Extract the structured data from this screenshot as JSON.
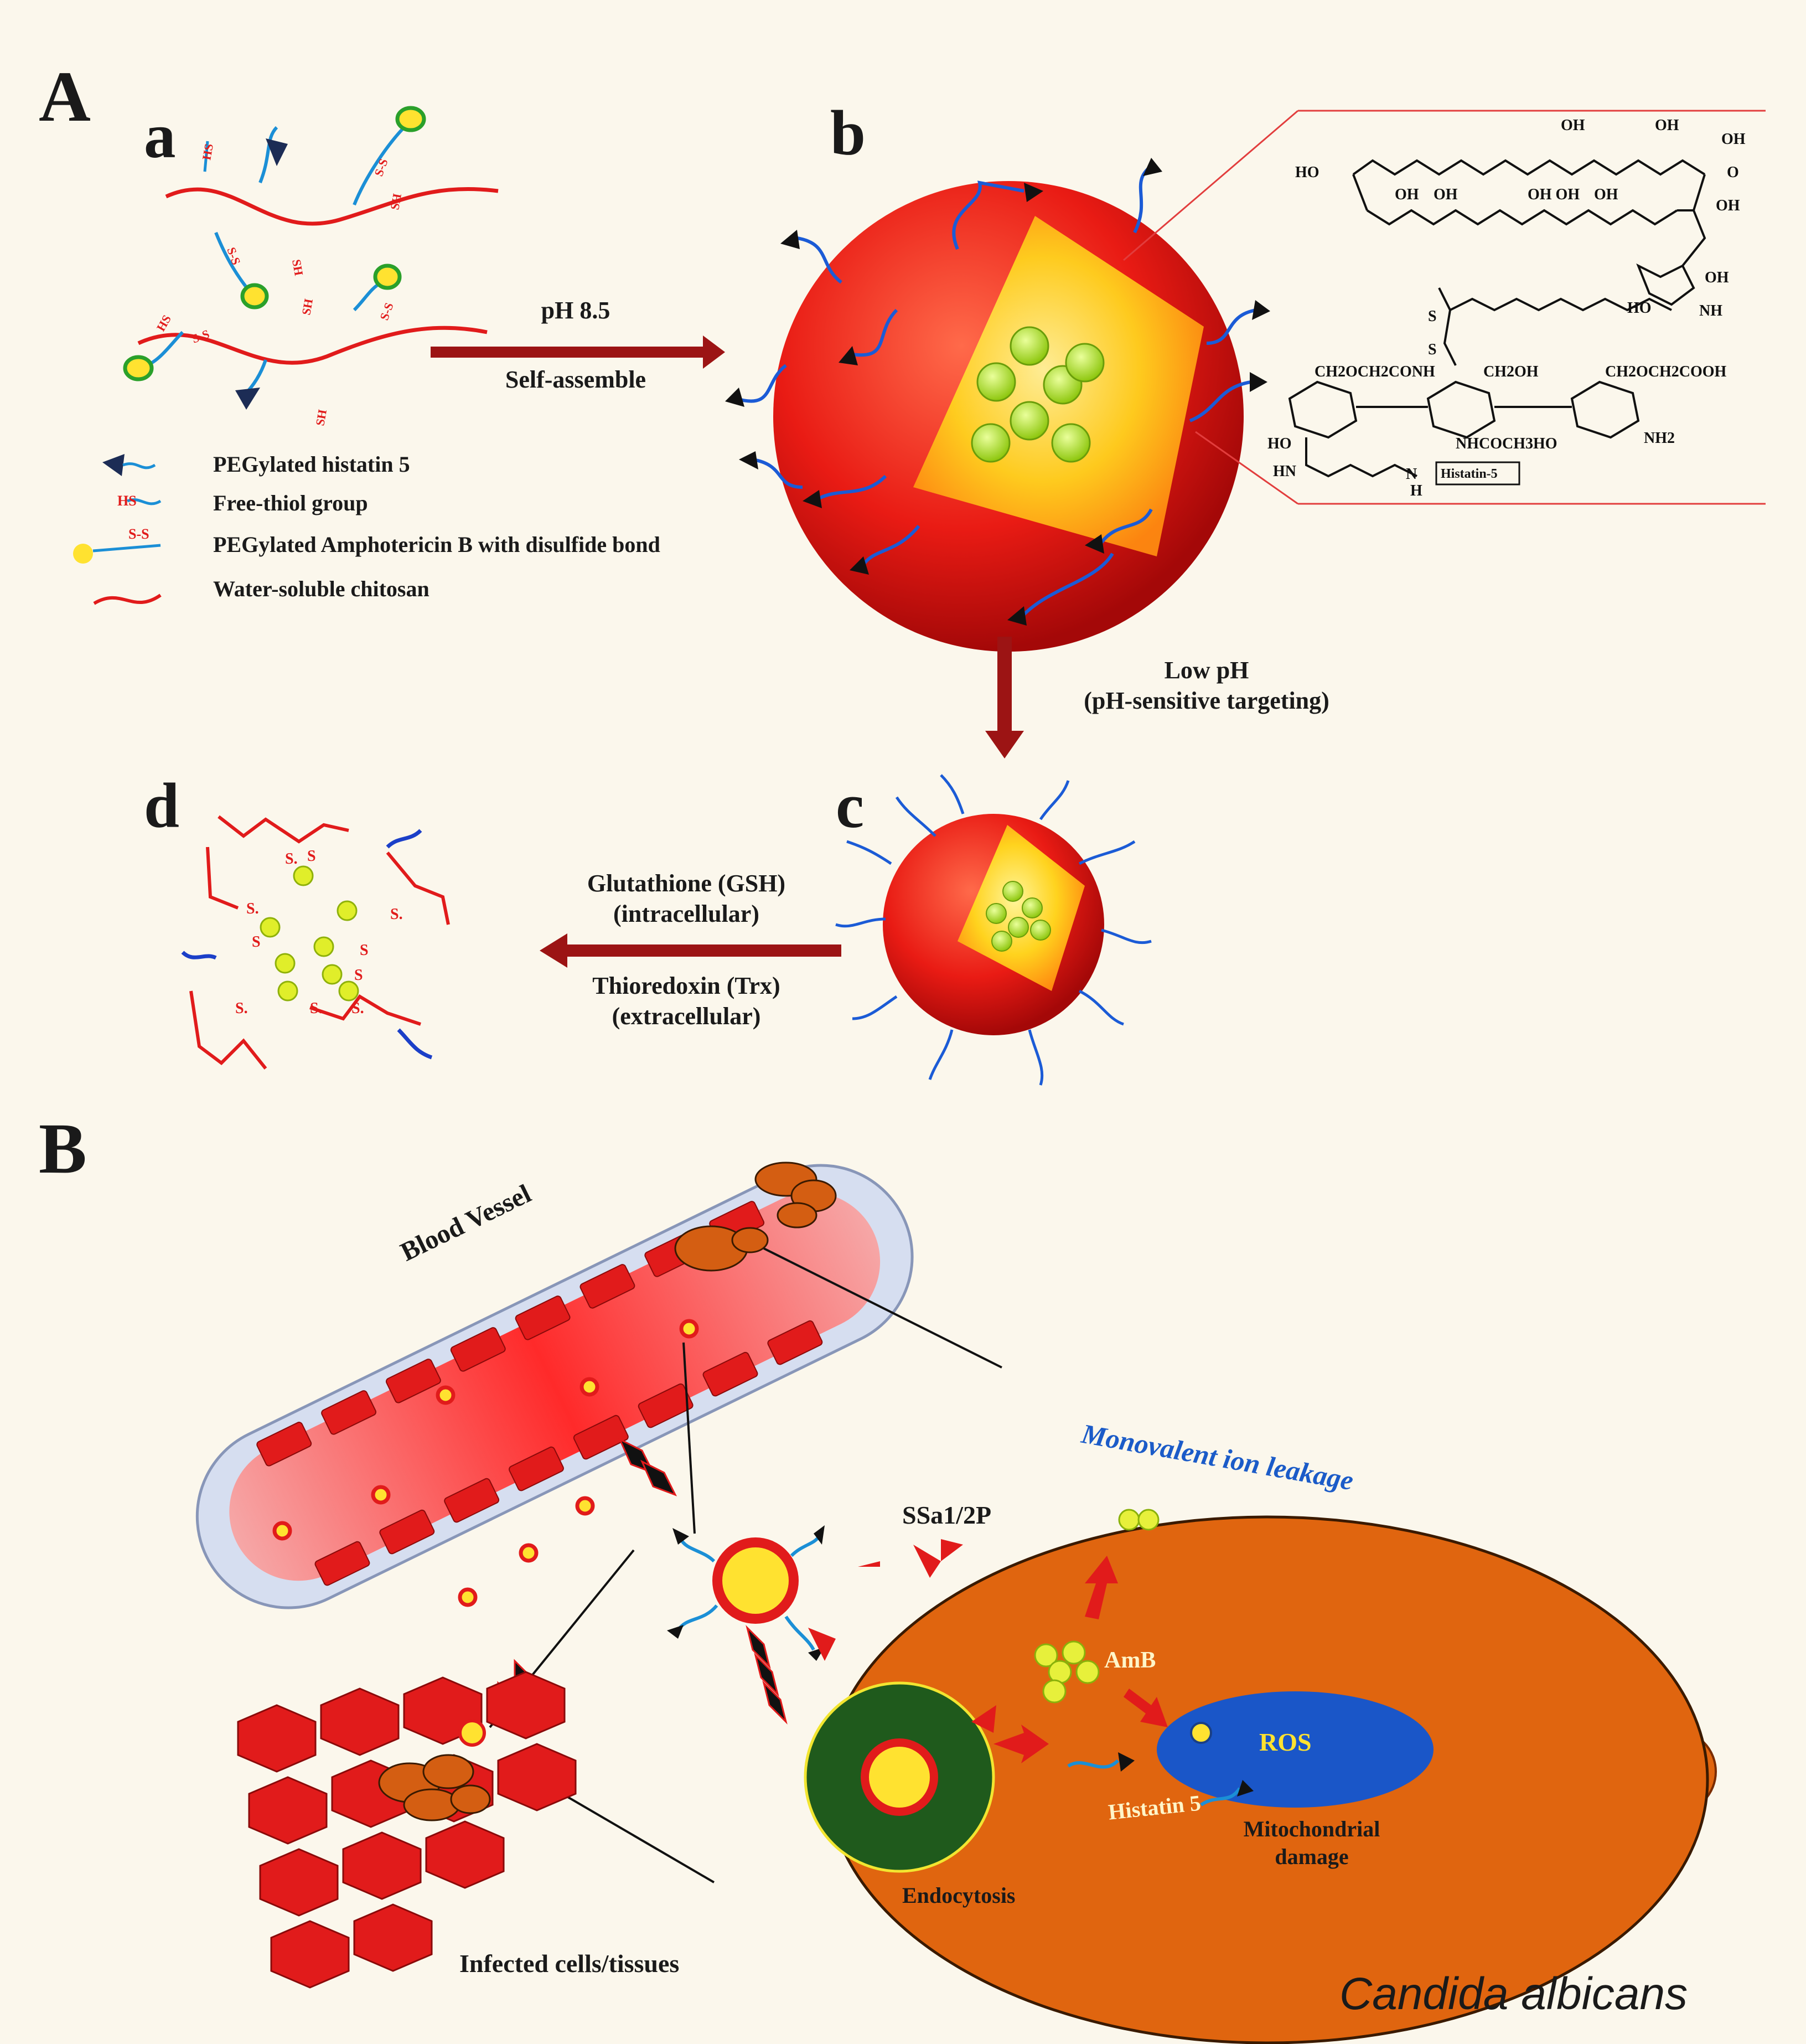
{
  "panels": {
    "A": "A",
    "B": "B",
    "a": "a",
    "b": "b",
    "c": "c",
    "d": "d"
  },
  "legend": {
    "items": [
      {
        "icon": "pegylated-histatin5-icon",
        "label": "PEGylated histatin 5"
      },
      {
        "icon": "free-thiol-icon",
        "label": "Free-thiol group",
        "symbol": "HS"
      },
      {
        "icon": "pegylated-amphotericin-icon",
        "label": "PEGylated Amphotericin B  with disulfide bond",
        "symbol": "S-S"
      },
      {
        "icon": "chitosan-icon",
        "label": "Water-soluble chitosan"
      }
    ]
  },
  "arrows": {
    "a_to_b_top": "pH 8.5",
    "a_to_b_bottom": "Self-assemble",
    "b_to_c_line1": "Low pH",
    "b_to_c_line2": "(pH-sensitive targeting)",
    "c_to_d_line1": "Glutathione (GSH)",
    "c_to_d_line2": "(intracellular)",
    "c_to_d_line3": "Thioredoxin (Trx)",
    "c_to_d_line4": "(extracellular)"
  },
  "chemistry": {
    "groups": {
      "oh": "OH",
      "ho": "HO",
      "ch2och2conh": "CH2OCH2CONH",
      "ch2oh": "CH2OH",
      "ch2och2cooh": "CH2OCH2COOH",
      "nhcoch3": "NHCOCH3",
      "nh2": "NH2",
      "nh": "NH",
      "hn": "HN",
      "h": "H",
      "n": "N",
      "s": "S",
      "o": "O",
      "histatin_box": "Histatin-5"
    }
  },
  "schematic_b": {
    "blood_vessel": "Blood Vessel",
    "monovalent": "Monovalent ion leakage",
    "ssa": "SSa1/2P",
    "amb": "AmB",
    "ros": "ROS",
    "histatin": "Histatin 5",
    "mito_line1": "Mitochondrial",
    "mito_line2": "damage",
    "endocytosis": "Endocytosis",
    "infected": "Infected cells/tissues",
    "candida": "Candida albicans"
  },
  "colors": {
    "background": "#fbf7ec",
    "arrow": "#9c1414",
    "chitosan": "#e11b1b",
    "peg": "#1b8fd6",
    "candida": "#e0650f",
    "mito": "#1a56c8",
    "vacuole": "#1f5a1c",
    "amb_ball": "#e7f03b"
  }
}
